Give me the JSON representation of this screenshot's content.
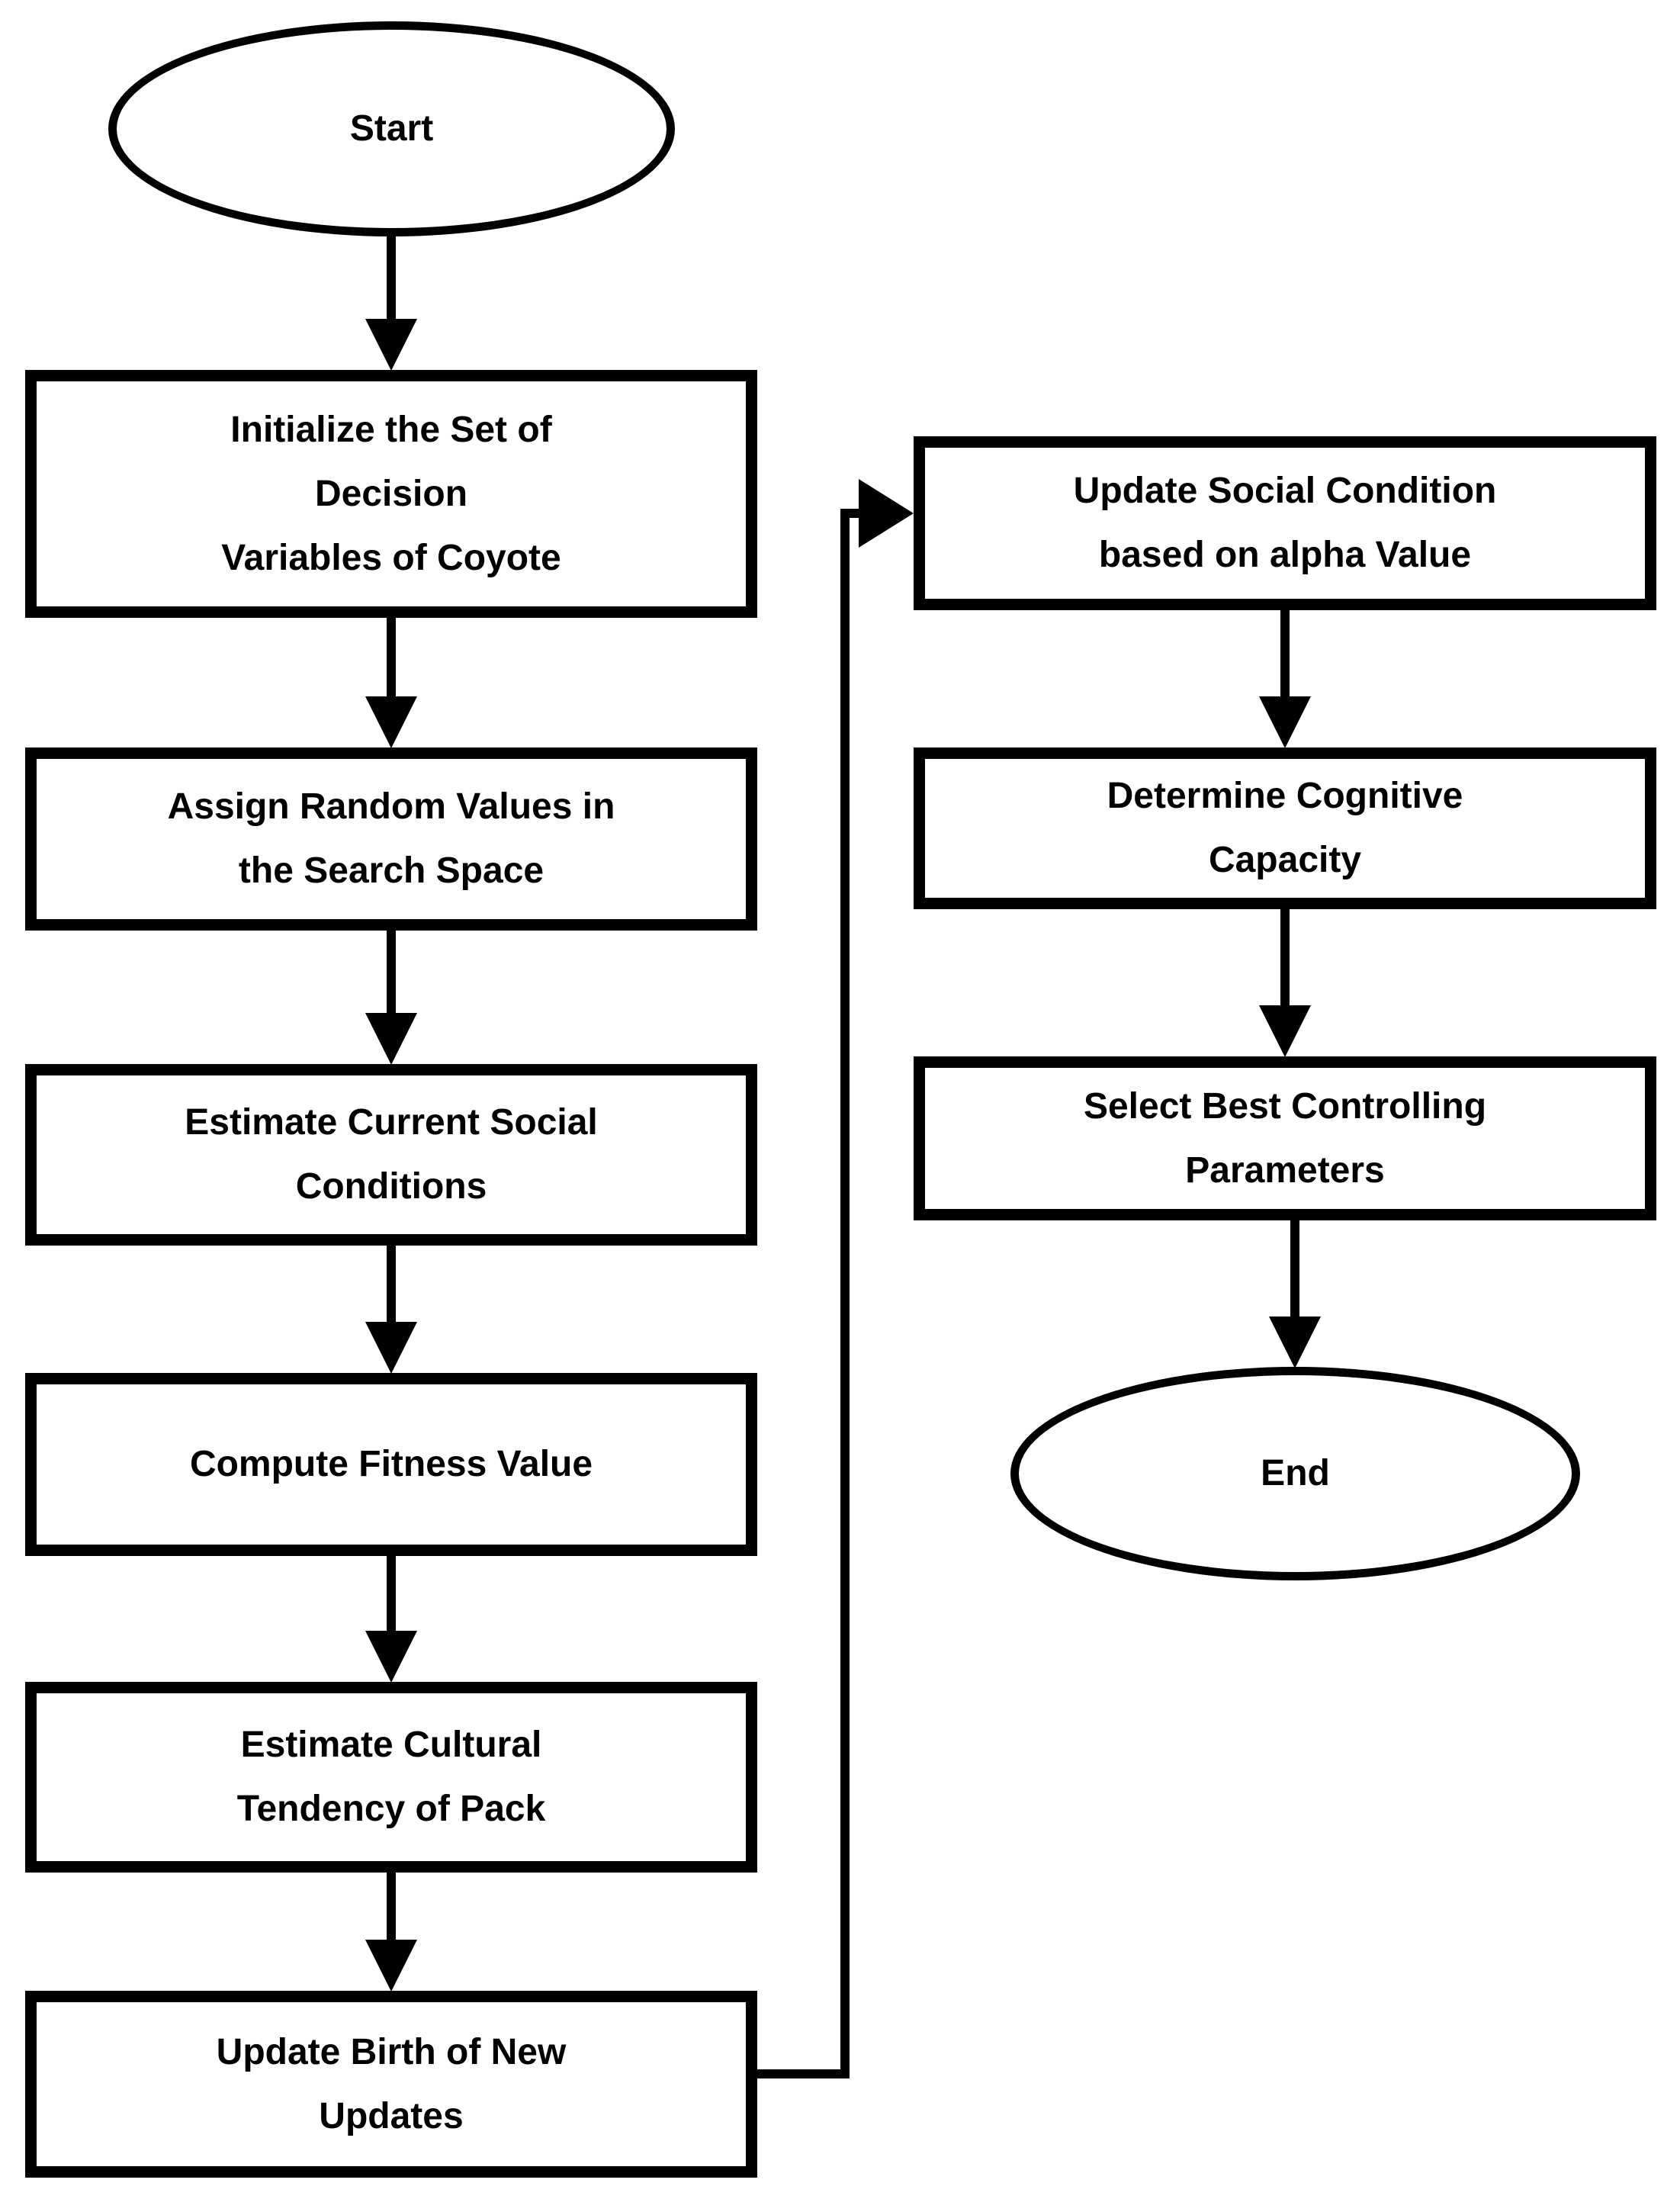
{
  "diagram_type": "flowchart",
  "colors": {
    "background": "#ffffff",
    "line": "#000000",
    "text": "#000000",
    "node_fill": "#ffffff"
  },
  "nodes": {
    "start": {
      "label": "Start",
      "shape": "ellipse"
    },
    "initialize": {
      "label": "Initialize the Set of\nDecision\nVariables of Coyote",
      "shape": "rectangle"
    },
    "assign_random": {
      "label": "Assign Random Values in\nthe Search Space",
      "shape": "rectangle"
    },
    "estimate_social": {
      "label": "Estimate Current Social\nConditions",
      "shape": "rectangle"
    },
    "compute_fitness": {
      "label": "Compute Fitness Value",
      "shape": "rectangle"
    },
    "estimate_cultural": {
      "label": "Estimate Cultural\nTendency of Pack",
      "shape": "rectangle"
    },
    "update_birth": {
      "label": "Update Birth of New\nUpdates",
      "shape": "rectangle"
    },
    "update_social": {
      "label": "Update Social Condition\nbased on alpha Value",
      "shape": "rectangle"
    },
    "determine_cognitive": {
      "label": "Determine Cognitive\nCapacity",
      "shape": "rectangle"
    },
    "select_best": {
      "label": "Select Best Controlling\nParameters",
      "shape": "rectangle"
    },
    "end": {
      "label": "End",
      "shape": "ellipse"
    }
  },
  "edges": [
    {
      "from": "start",
      "to": "initialize"
    },
    {
      "from": "initialize",
      "to": "assign_random"
    },
    {
      "from": "assign_random",
      "to": "estimate_social"
    },
    {
      "from": "estimate_social",
      "to": "compute_fitness"
    },
    {
      "from": "compute_fitness",
      "to": "estimate_cultural"
    },
    {
      "from": "estimate_cultural",
      "to": "update_birth"
    },
    {
      "from": "update_birth",
      "to": "update_social"
    },
    {
      "from": "update_social",
      "to": "determine_cognitive"
    },
    {
      "from": "determine_cognitive",
      "to": "select_best"
    },
    {
      "from": "select_best",
      "to": "end"
    }
  ]
}
